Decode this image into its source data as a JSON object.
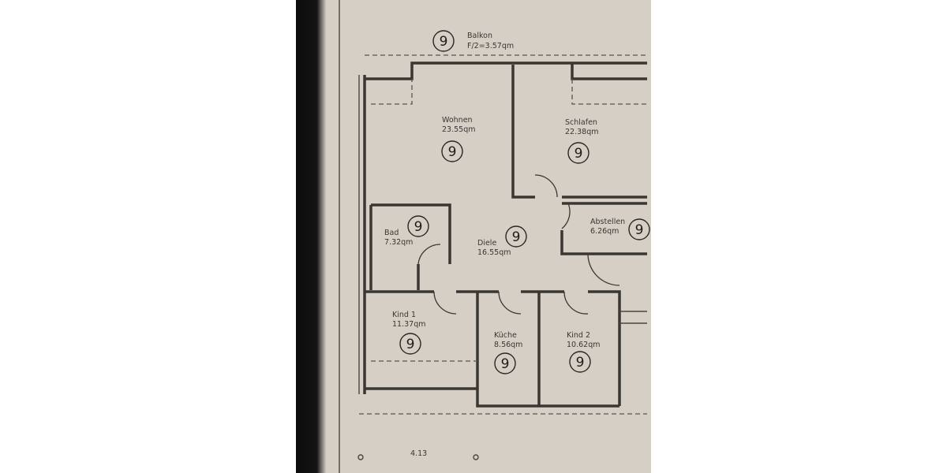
{
  "plan": {
    "balcony": {
      "name": "Balkon",
      "area": "F/2=3.57qm",
      "marker": "9"
    },
    "rooms": [
      {
        "name": "Wohnen",
        "area": "23.55qm",
        "marker": "9"
      },
      {
        "name": "Schlafen",
        "area": "22.38qm",
        "marker": "9"
      },
      {
        "name": "Bad",
        "area": "7.32qm",
        "marker": "9"
      },
      {
        "name": "Diele",
        "area": "16.55qm",
        "marker": "9"
      },
      {
        "name": "Abstellen",
        "area": "6.26qm",
        "marker": "9"
      },
      {
        "name": "Kind 1",
        "area": "11.37qm",
        "marker": "9"
      },
      {
        "name": "Küche",
        "area": "8.56qm",
        "marker": "9"
      },
      {
        "name": "Kind 2",
        "area": "10.62qm",
        "marker": "9"
      }
    ],
    "dimension": "4.13"
  }
}
